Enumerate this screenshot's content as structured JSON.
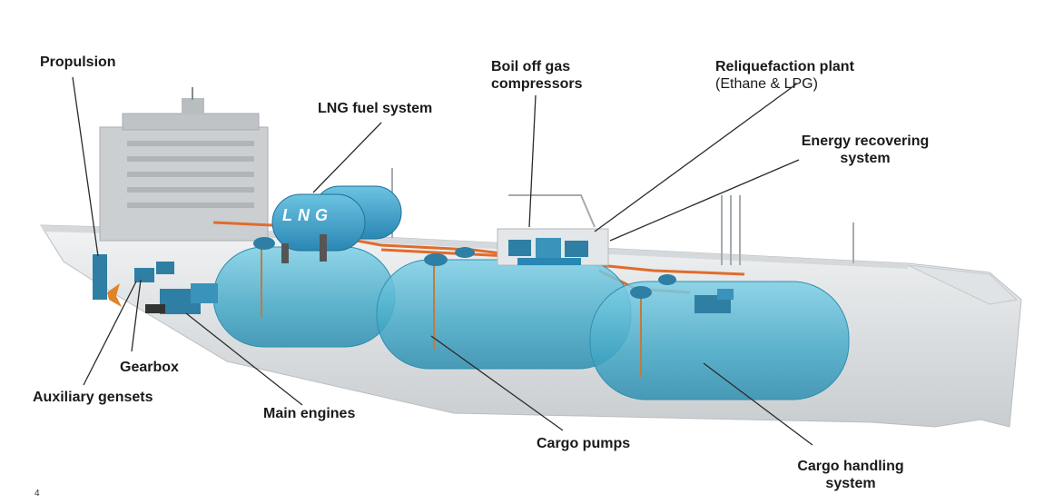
{
  "tank_text": "LNG",
  "page_number": "4",
  "labels": {
    "propulsion": "Propulsion",
    "lng_fuel_system": "LNG fuel system",
    "boil_off_1": "Boil off gas",
    "boil_off_2": "compressors",
    "reliquefaction": "Reliquefaction plant",
    "reliquefaction_sub": "(Ethane & LPG)",
    "energy_1": "Energy recovering",
    "energy_2": "system",
    "gearbox": "Gearbox",
    "aux_gensets": "Auxiliary gensets",
    "main_engines": "Main engines",
    "cargo_pumps": "Cargo pumps",
    "cargo_handling_1": "Cargo handling",
    "cargo_handling_2": "system"
  },
  "colors": {
    "hull": "#e9ecee",
    "superstructure": "#c4c8cb",
    "cargo_tank": "#4fb3cf",
    "equipment": "#2e7fa3",
    "piping": "#e06c2c",
    "leader_line": "#2b2b2b"
  }
}
